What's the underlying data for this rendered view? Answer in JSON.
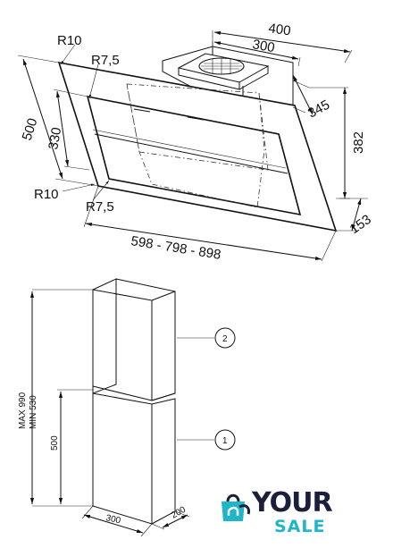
{
  "top_view": {
    "width_400": "400",
    "width_300": "300",
    "depth_345": "345",
    "height_382": "382",
    "depth_153": "153",
    "height_500": "500",
    "height_330": "330",
    "radius_r10_top": "R10",
    "radius_r75_top": "R7,5",
    "radius_r10_bottom": "R10",
    "radius_r75_bottom": "R7,5",
    "widths": "598 - 798 - 898"
  },
  "chimney_view": {
    "max_label": "MAX 990",
    "min_label": "MIN 530",
    "height_500": "500",
    "width_300": "300",
    "depth_200": "200",
    "callout_2": "2",
    "callout_1": "1"
  },
  "logo": {
    "line1": "YOUR",
    "line2": "SALE",
    "colors": {
      "dark": "#1b1f3b",
      "accent": "#1fb6c9"
    }
  }
}
